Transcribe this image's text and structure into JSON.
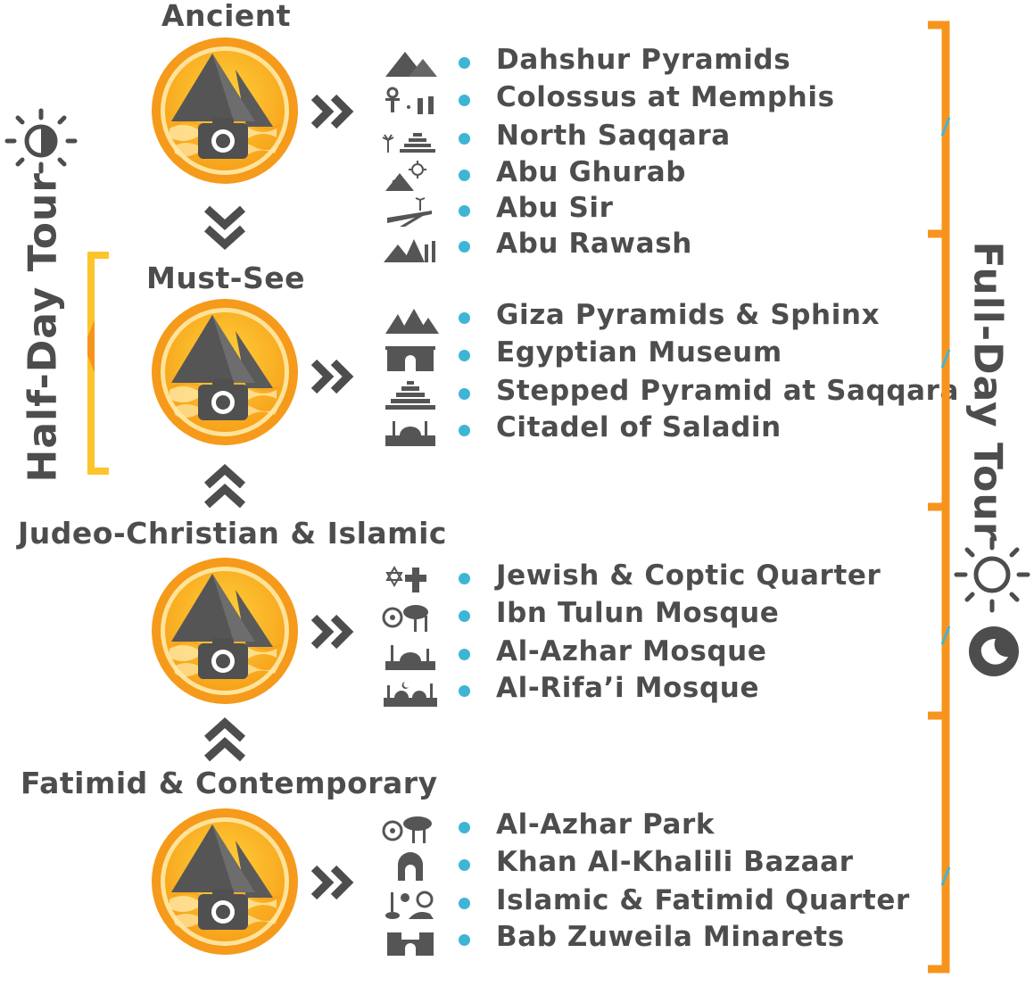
{
  "sections": [
    {
      "title": "Ancient",
      "items": [
        {
          "label": "Dahshur Pyramids",
          "icon": "pyramids-icon"
        },
        {
          "label": "Colossus at Memphis",
          "icon": "ankh-statue-icon"
        },
        {
          "label": "North Saqqara",
          "icon": "palm-step-pyramid-icon"
        },
        {
          "label": "Abu Ghurab",
          "icon": "sun-temple-icon"
        },
        {
          "label": "Abu Sir",
          "icon": "causeway-palm-icon"
        },
        {
          "label": "Abu Rawash",
          "icon": "ruins-icon"
        }
      ]
    },
    {
      "title": "Must-See",
      "items": [
        {
          "label": "Giza Pyramids & Sphinx",
          "icon": "pyramids-sphinx-icon"
        },
        {
          "label": "Egyptian Museum",
          "icon": "museum-icon"
        },
        {
          "label": "Stepped Pyramid at Saqqara",
          "icon": "step-pyramid-icon"
        },
        {
          "label": "Citadel of Saladin",
          "icon": "citadel-icon"
        }
      ]
    },
    {
      "title": "Judeo-Christian & Islamic",
      "items": [
        {
          "label": "Jewish & Coptic Quarter",
          "icon": "star-cross-icon"
        },
        {
          "label": "Ibn Tulun Mosque",
          "icon": "trees-icon"
        },
        {
          "label": "Al-Azhar Mosque",
          "icon": "mosque-icon"
        },
        {
          "label": "Al-Rifa’i Mosque",
          "icon": "mosque-crescent-icon"
        }
      ]
    },
    {
      "title": "Fatimid & Contemporary",
      "items": [
        {
          "label": "Al-Azhar Park",
          "icon": "park-trees-icon"
        },
        {
          "label": "Khan Al-Khalili Bazaar",
          "icon": "archway-icon"
        },
        {
          "label": "Islamic & Fatimid Quarter",
          "icon": "lamp-pottery-icon"
        },
        {
          "label": "Bab Zuweila Minarets",
          "icon": "gate-towers-icon"
        }
      ]
    }
  ],
  "tours": {
    "half_day": "Half-Day Tour",
    "full_day": "Full-Day Tour"
  },
  "colors": {
    "orange": "#f7941d",
    "yellow": "#fcc52b",
    "blue_bullet": "#3fb5d6",
    "dark_gray": "#4d4d4d"
  }
}
